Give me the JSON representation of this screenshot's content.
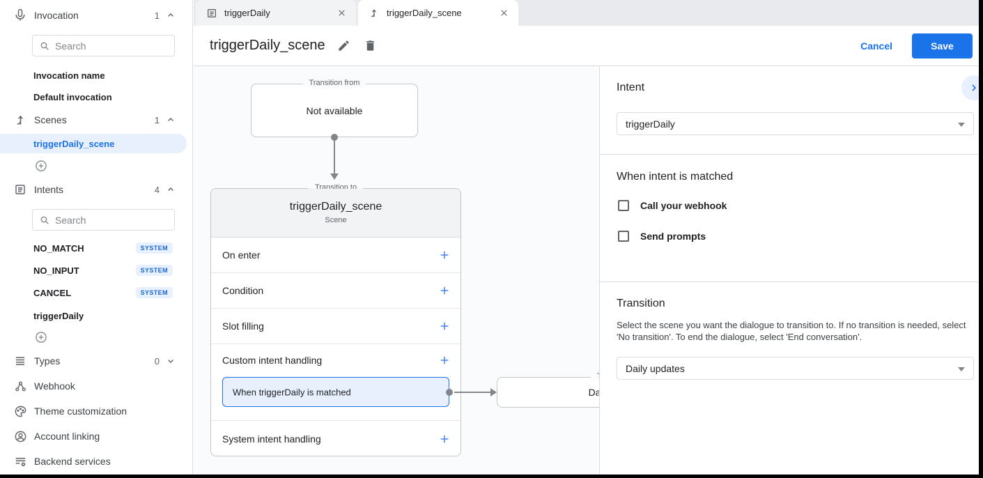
{
  "sidebar": {
    "invocation": {
      "label": "Invocation",
      "count": "1",
      "search_placeholder": "Search",
      "items": [
        {
          "label": "Invocation name"
        },
        {
          "label": "Default invocation"
        }
      ]
    },
    "scenes": {
      "label": "Scenes",
      "count": "1",
      "items": [
        {
          "label": "triggerDaily_scene"
        }
      ]
    },
    "intents": {
      "label": "Intents",
      "count": "4",
      "search_placeholder": "Search",
      "items": [
        {
          "label": "NO_MATCH",
          "badge": "SYSTEM"
        },
        {
          "label": "NO_INPUT",
          "badge": "SYSTEM"
        },
        {
          "label": "CANCEL",
          "badge": "SYSTEM"
        },
        {
          "label": "triggerDaily",
          "badge": ""
        }
      ]
    },
    "types": {
      "label": "Types",
      "count": "0"
    },
    "links": [
      {
        "label": "Webhook"
      },
      {
        "label": "Theme customization"
      },
      {
        "label": "Account linking"
      },
      {
        "label": "Backend services"
      }
    ]
  },
  "tabs": [
    {
      "label": "triggerDaily"
    },
    {
      "label": "triggerDaily_scene"
    }
  ],
  "header": {
    "title": "triggerDaily_scene",
    "cancel_label": "Cancel",
    "save_label": "Save"
  },
  "canvas": {
    "transition_from": {
      "legend": "Transition from",
      "content": "Not available"
    },
    "scene_card": {
      "legend": "Transition to",
      "title": "triggerDaily_scene",
      "subtitle": "Scene",
      "rows": [
        {
          "label": "On enter"
        },
        {
          "label": "Condition"
        },
        {
          "label": "Slot filling"
        },
        {
          "label": "Custom intent handling"
        },
        {
          "label": "System intent handling"
        }
      ],
      "matched_chip": "When triggerDaily is matched"
    },
    "target_card": {
      "legend": "Transition to",
      "content": "Daily updates"
    }
  },
  "panel": {
    "intent": {
      "heading": "Intent",
      "value": "triggerDaily"
    },
    "matched": {
      "heading": "When intent is matched",
      "checkboxes": [
        {
          "label": "Call your webhook"
        },
        {
          "label": "Send prompts"
        }
      ]
    },
    "transition": {
      "heading": "Transition",
      "description": "Select the scene you want the dialogue to transition to. If no transition is needed, select 'No transition'. To end the dialogue, select 'End conversation'.",
      "value": "Daily updates"
    }
  },
  "colors": {
    "accent": "#1a73e8",
    "badge_bg": "#e8f0fe",
    "badge_text": "#1967d2",
    "plus_blue": "#4285f4"
  }
}
